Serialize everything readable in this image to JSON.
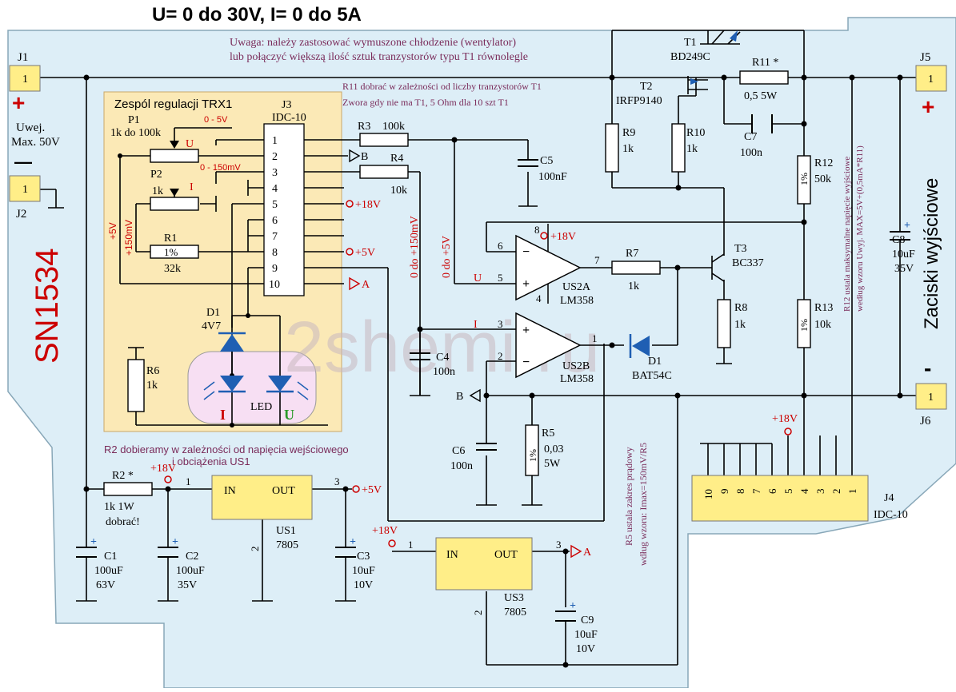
{
  "header": {
    "title": "U= 0 do 30V,    I= 0 do 5A"
  },
  "notes": {
    "cooling_1": "Uwaga: należy zastosować wymuszone chłodzenie (wentylator)",
    "cooling_2": "lub połączyć większą ilość sztuk tranzystorów typu T1 równolegle",
    "r11_1": "R11 dobrać w zależności od liczby tranzystorów T1",
    "r11_2": "Zwora gdy nie ma T1,  5 Ohm dla 10 szt T1",
    "r2_1": "R2 dobieramy w zależności od napięcia wejściowego",
    "r2_2": "i obciążenia US1",
    "r5_1": "R5 ustala  zakres prądowy",
    "r5_2": "wdług wzoru: Imax=150mV/R5",
    "r12_1": "R12 ustala maksymalne napięcie wyjściowe",
    "r12_2": "według wzoru Uwyj. MAX=5V+(0,5mA*R11)",
    "output_terminals": "Zaciski wyjściowe",
    "board_id": "SN1534",
    "watermark": "2shemi.ru"
  },
  "control_block": {
    "title": "Zespól regulacji TRX1",
    "p1_name": "P1",
    "p1_value": "1k do 100k",
    "p1_range": "0 - 5V",
    "p1_tap": "U",
    "p2_name": "P2",
    "p2_value": "1k",
    "p2_range": "0 - 150mV",
    "p2_tap": "I",
    "r1_name": "R1",
    "r1_tol": "1%",
    "r1_value": "32k",
    "v5_label": "+5V",
    "mv150_label": "+150mV",
    "d1_name": "D1",
    "d1_value": "4V7",
    "led_label": "LED",
    "led_i": "I",
    "led_u": "U",
    "r6_name": "R6",
    "r6_value": "1k"
  },
  "connector_j3": {
    "name": "J3",
    "type": "IDC-10",
    "pins": [
      "1",
      "2",
      "3",
      "4",
      "5",
      "6",
      "7",
      "8",
      "9",
      "10"
    ]
  },
  "connector_j4": {
    "name": "J4",
    "type": "IDC-10",
    "pins": [
      "10",
      "9",
      "8",
      "7",
      "6",
      "5",
      "4",
      "3",
      "2",
      "1"
    ]
  },
  "terminals": {
    "j1": {
      "name": "J1",
      "pin": "1",
      "sign": "+"
    },
    "j2": {
      "name": "J2",
      "pin": "1",
      "sign": "—"
    },
    "j5": {
      "name": "J5",
      "pin": "1",
      "sign": "+"
    },
    "j6": {
      "name": "J6",
      "pin": "1",
      "sign": "-"
    },
    "uwej_1": "Uwej.",
    "uwej_2": "Max. 50V"
  },
  "components": {
    "r3": {
      "name": "R3",
      "value": "100k"
    },
    "r4": {
      "name": "R4",
      "value": "10k"
    },
    "c5": {
      "name": "C5",
      "value": "100nF"
    },
    "c4": {
      "name": "C4",
      "value": "100n"
    },
    "c6": {
      "name": "C6",
      "value": "100n"
    },
    "r5": {
      "name": "R5",
      "value": "0,03",
      "power": "5W",
      "tol": "1%"
    },
    "r7": {
      "name": "R7",
      "value": "1k"
    },
    "r8": {
      "name": "R8",
      "value": "1k"
    },
    "r9": {
      "name": "R9",
      "value": "1k"
    },
    "r10": {
      "name": "R10",
      "value": "1k"
    },
    "r11": {
      "name": "R11 *",
      "value": "0,5   5W"
    },
    "r12": {
      "name": "R12",
      "value": "50k",
      "tol": "1%"
    },
    "r13": {
      "name": "R13",
      "value": "10k",
      "tol": "1%"
    },
    "c7": {
      "name": "C7",
      "value": "100n"
    },
    "c8": {
      "name": "C8",
      "value": "10uF",
      "voltage": "35V"
    },
    "t1": {
      "name": "T1",
      "type": "BD249C"
    },
    "t2": {
      "name": "T2",
      "type": "IRFP9140"
    },
    "t3": {
      "name": "T3",
      "type": "BC337"
    },
    "d1": {
      "name": "D1",
      "type": "BAT54C"
    },
    "us2a": {
      "name": "US2A",
      "type": "LM358"
    },
    "us2b": {
      "name": "US2B",
      "type": "LM358"
    },
    "r2": {
      "name": "R2  *",
      "value": "1k     1W",
      "note": "dobrać!"
    },
    "c1": {
      "name": "C1",
      "value": "100uF",
      "voltage": "63V"
    },
    "c2": {
      "name": "C2",
      "value": "100uF",
      "voltage": "35V"
    },
    "c3": {
      "name": "C3",
      "value": "10uF",
      "voltage": "10V"
    },
    "c9": {
      "name": "C9",
      "value": "10uF",
      "voltage": "10V"
    },
    "us1": {
      "name": "US1",
      "type": "7805",
      "in": "IN",
      "out": "OUT"
    },
    "us3": {
      "name": "US3",
      "type": "7805",
      "in": "IN",
      "out": "OUT"
    }
  },
  "net_labels": {
    "p18v": "+18V",
    "p5v": "+5V",
    "a": "A",
    "b": "B",
    "u": "U",
    "i": "I",
    "range_mv": "0 do +150mV",
    "range_v": "0 do +5V"
  },
  "pin_numbers": {
    "n1": "1",
    "n2": "2",
    "n3": "3",
    "n4": "4",
    "n5": "5",
    "n6": "6",
    "n7": "7",
    "n8": "8"
  },
  "colors": {
    "background": "#ddeef7",
    "panel": "#fbe9b6",
    "wire": "#000000",
    "accent": "#cc0000",
    "note": "#7a2b5a",
    "led_zone": "#f7dff3",
    "ic": "#ffee88"
  }
}
